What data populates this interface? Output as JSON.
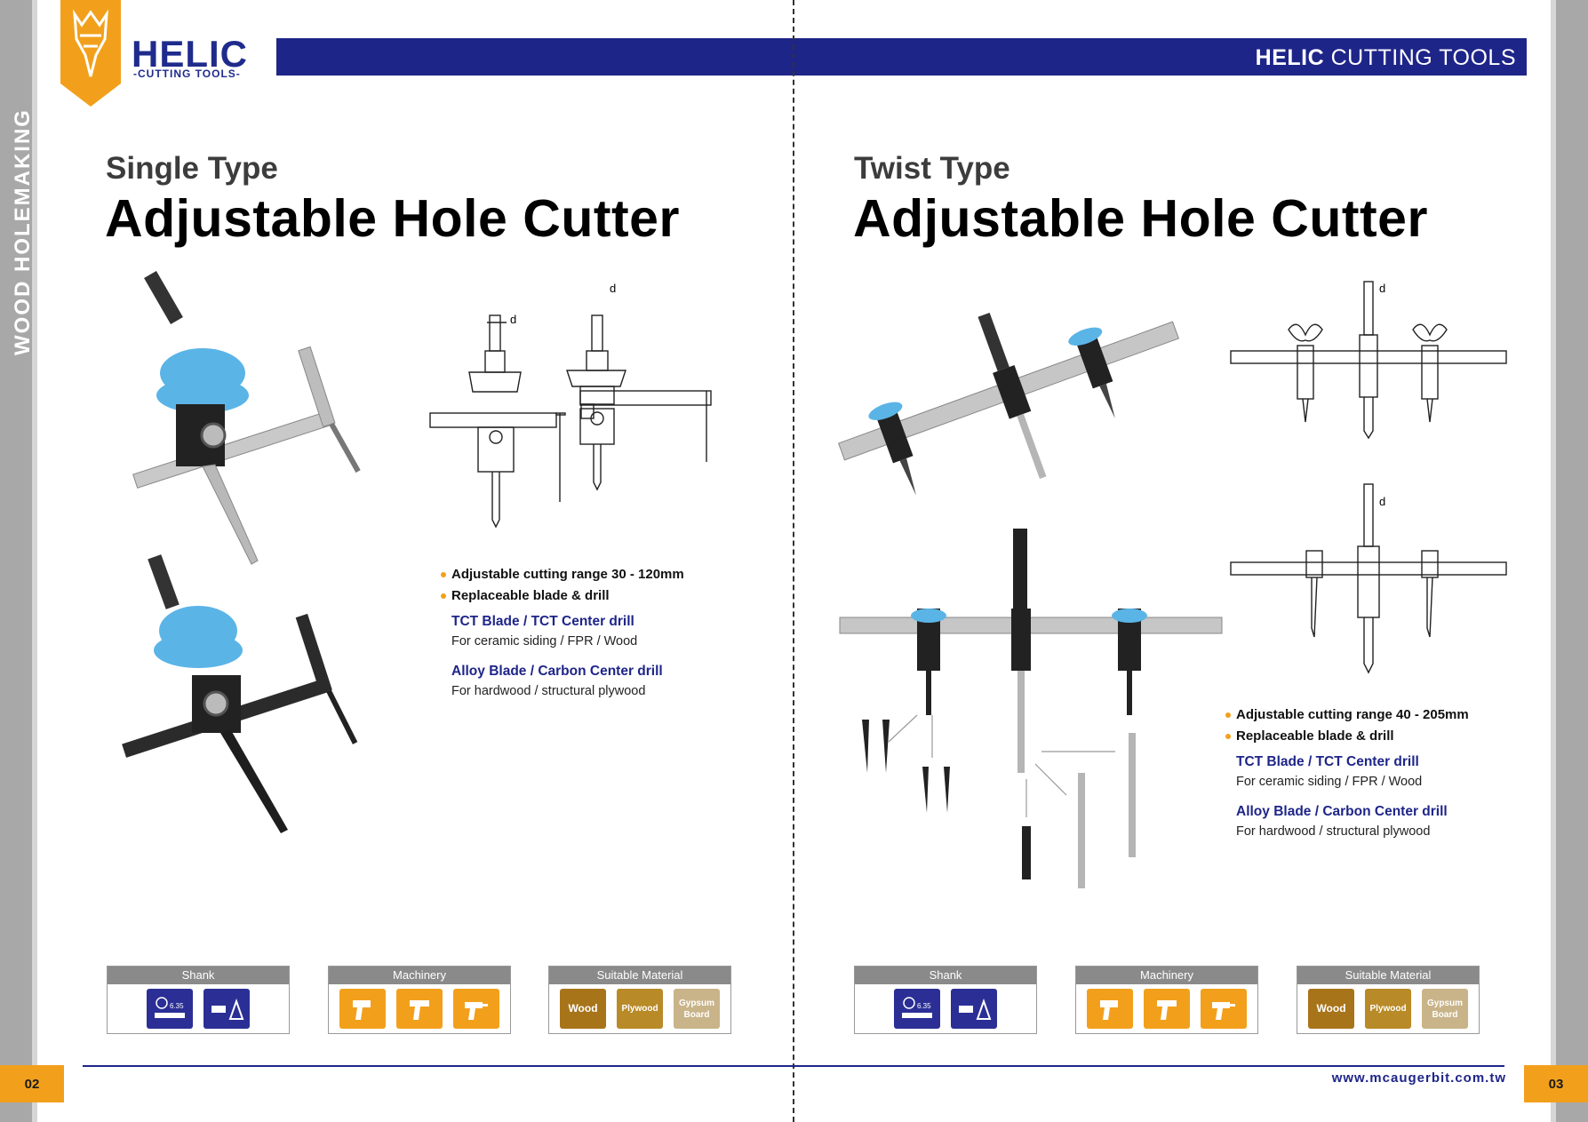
{
  "brand": {
    "name": "HELIC",
    "tagline": "-CUTTING TOOLS-",
    "band_bold": "HELIC",
    "band_rest": " CUTTING TOOLS",
    "url": "www.mcaugerbit.com.tw"
  },
  "side_label": "WOOD HOLEMAKING",
  "pages": {
    "left": "02",
    "right": "03"
  },
  "left": {
    "subtitle": "Single Type",
    "title": "Adjustable Hole Cutter",
    "dim_label": "d",
    "features": [
      "Adjustable cutting range 30 - 120mm",
      "Replaceable blade & drill"
    ],
    "blades": [
      {
        "title": "TCT Blade / TCT Center drill",
        "desc": "For ceramic siding / FPR / Wood"
      },
      {
        "title": "Alloy Blade / Carbon Center drill",
        "desc": "For hardwood / structural plywood"
      }
    ]
  },
  "right": {
    "subtitle": "Twist Type",
    "title": "Adjustable Hole Cutter",
    "dim_label": "d",
    "features": [
      "Adjustable cutting range 40 - 205mm",
      "Replaceable blade & drill"
    ],
    "blades": [
      {
        "title": "TCT Blade / TCT Center drill",
        "desc": "For ceramic siding / FPR / Wood"
      },
      {
        "title": "Alloy Blade / Carbon Center drill",
        "desc": "For hardwood / structural plywood"
      }
    ]
  },
  "spec": {
    "shank": "Shank",
    "machinery": "Machinery",
    "material": "Suitable Material",
    "hex_size": "6.35",
    "materials": [
      "Wood",
      "Plywood",
      "Gypsum Board"
    ]
  },
  "colors": {
    "navy": "#1e2588",
    "orange": "#f2a01c",
    "tool_blue": "#5bb4e6",
    "side_gray": "#a8a8a8"
  }
}
